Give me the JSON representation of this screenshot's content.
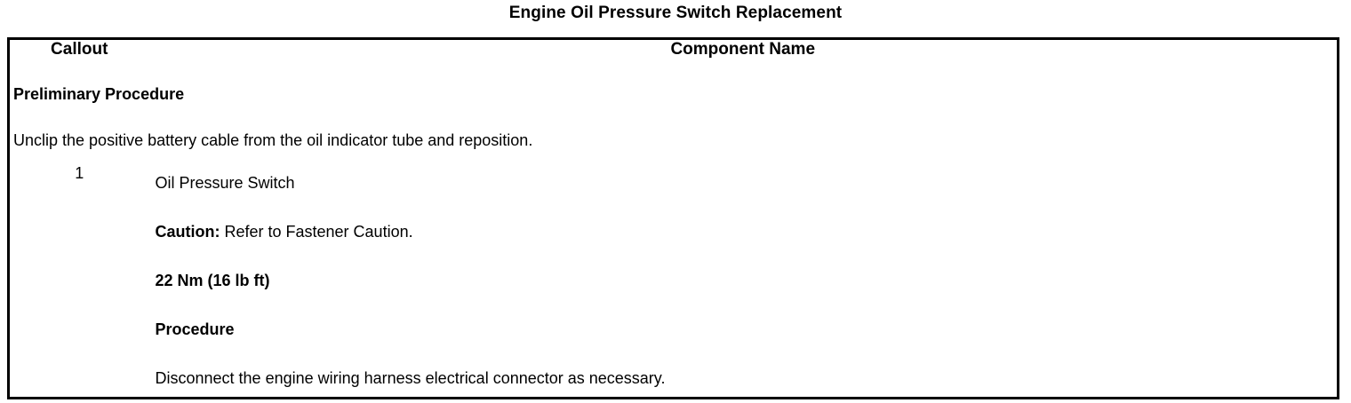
{
  "document": {
    "title": "Engine Oil Pressure Switch Replacement"
  },
  "table": {
    "headers": {
      "callout": "Callout",
      "component_name": "Component Name"
    },
    "preliminary": {
      "heading": "Preliminary Procedure",
      "text": "Unclip the positive battery cable from the oil indicator tube and reposition."
    },
    "rows": [
      {
        "callout": "1",
        "lines": [
          {
            "text": "Oil Pressure Switch",
            "style": "normal"
          },
          {
            "label": "Caution:",
            "text": " Refer to Fastener Caution.",
            "style": "label-normal"
          },
          {
            "text": "22 Nm (16 lb ft)",
            "style": "bold"
          },
          {
            "text": "Procedure",
            "style": "bold"
          },
          {
            "text": "Disconnect the engine wiring harness electrical connector as necessary.",
            "style": "normal"
          }
        ]
      }
    ]
  },
  "colors": {
    "text": "#000000",
    "background": "#ffffff",
    "border": "#000000"
  }
}
